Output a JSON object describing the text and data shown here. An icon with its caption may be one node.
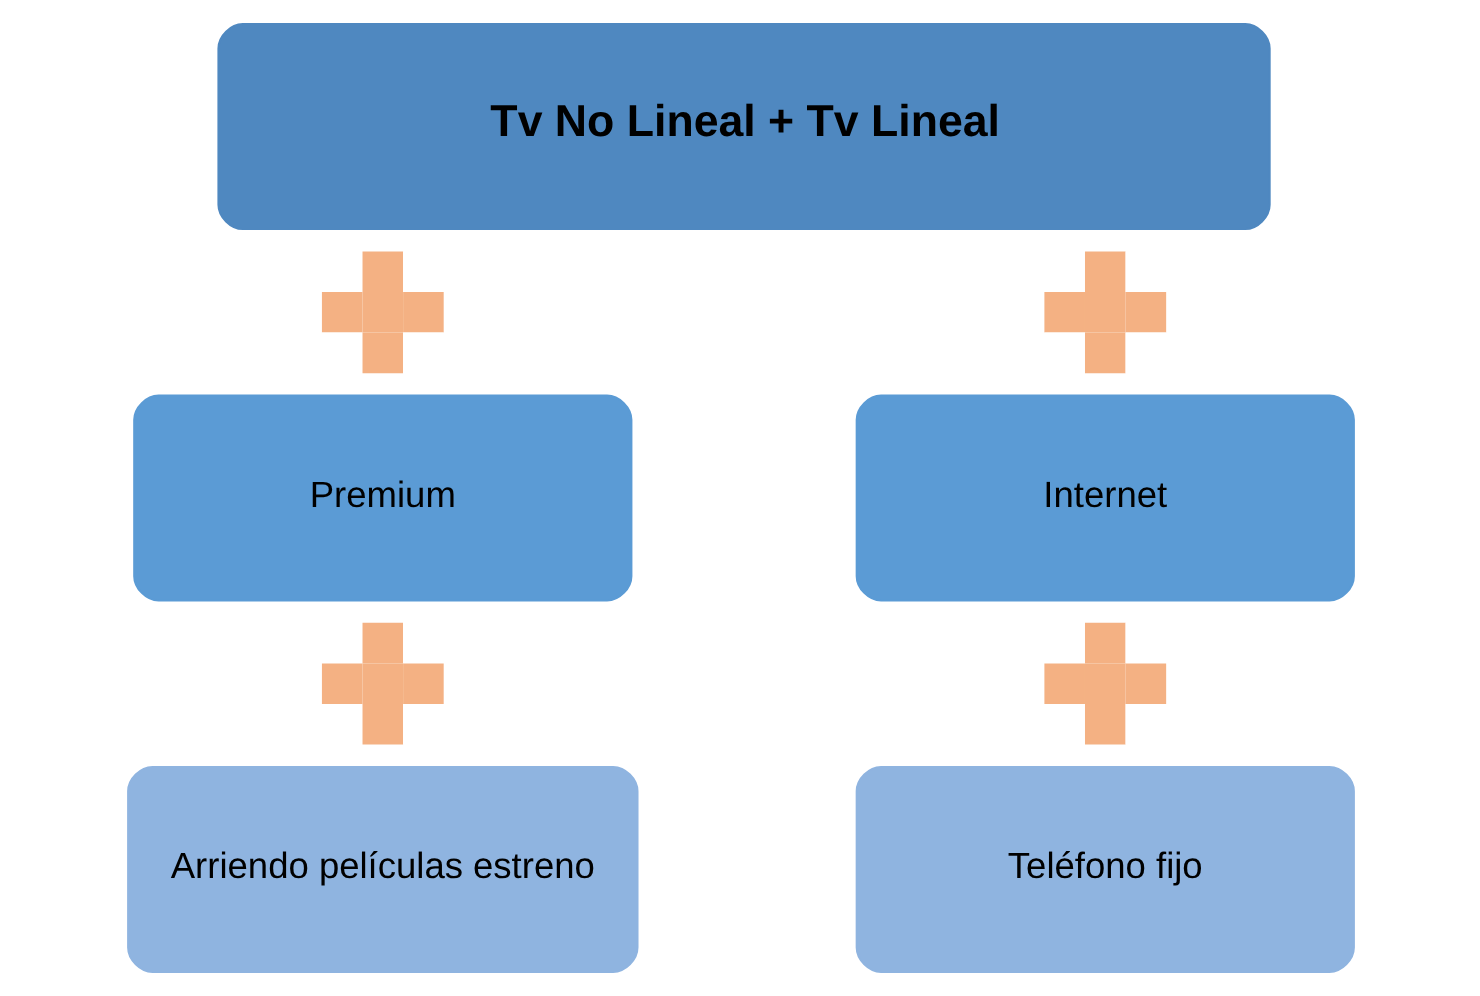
{
  "diagram": {
    "nodes": [
      {
        "text": [
          "Tv No Lineal + Tv Lineal"
        ]
      },
      {
        "text": [],
        "shape": "plus"
      },
      {
        "text": [],
        "shape": "plus"
      },
      {
        "text": [
          "Premium"
        ]
      },
      {
        "text": [
          "Internet"
        ]
      },
      {
        "text": [],
        "shape": "plus"
      },
      {
        "text": [],
        "shape": "plus"
      },
      {
        "text": [
          "Arriendo películas estreno"
        ]
      },
      {
        "text": [
          "Teléfono fijo"
        ]
      }
    ]
  }
}
